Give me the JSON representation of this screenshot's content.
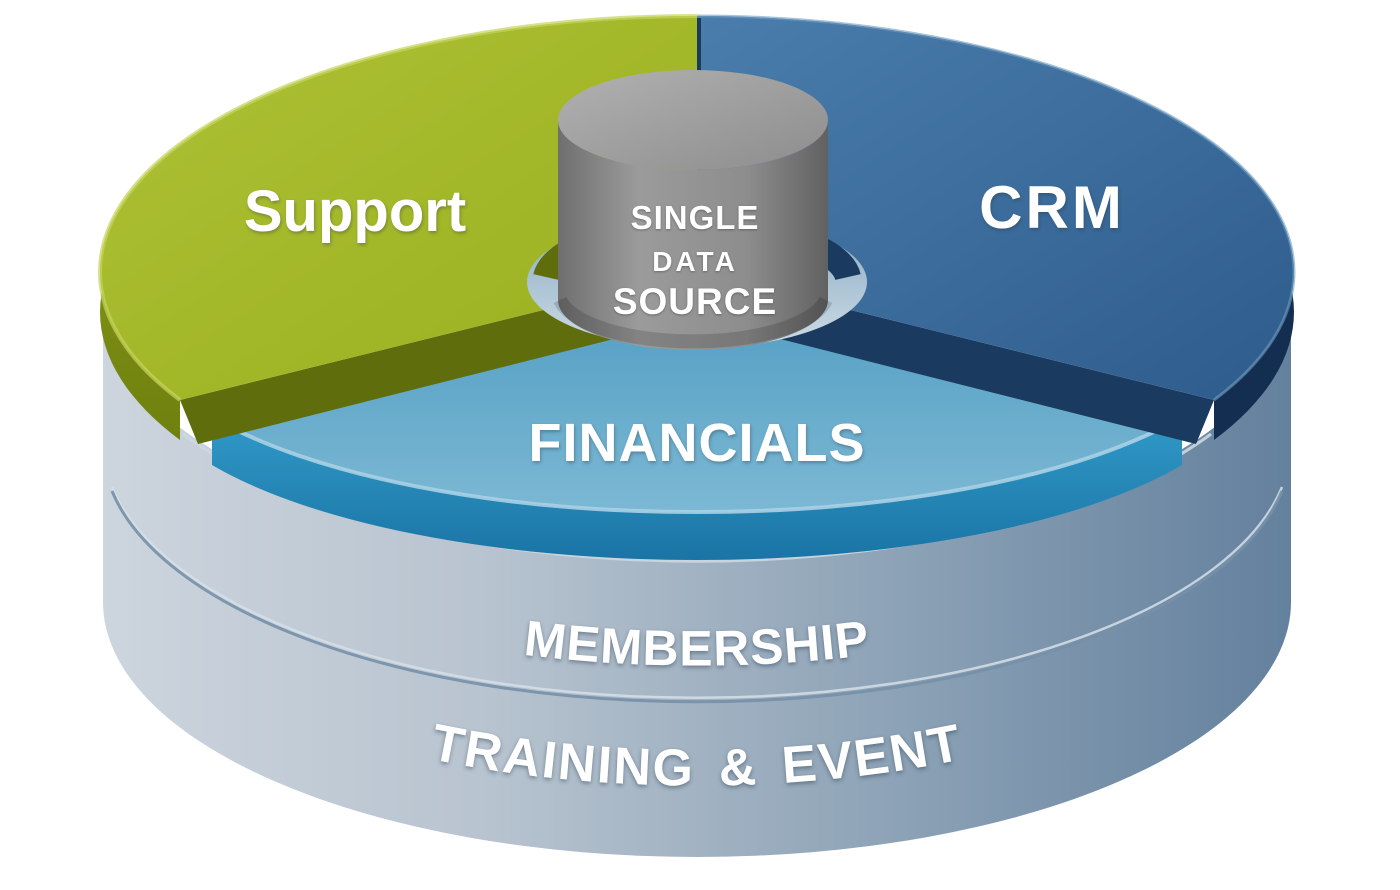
{
  "diagram": {
    "type": "3d-layered-pie-architecture",
    "segments": [
      {
        "id": "support",
        "label": "Support",
        "color": "#a4b72b"
      },
      {
        "id": "crm",
        "label": "CRM",
        "color": "#3e71a1"
      },
      {
        "id": "financials",
        "label": "FINANCIALS",
        "color": "#64aac9"
      }
    ],
    "center_cylinder": {
      "lines": [
        "SINGLE",
        "DATA",
        "SOURCE"
      ],
      "color": "#939393"
    },
    "base_layers": [
      {
        "id": "membership",
        "label": "MEMBERSHIP"
      },
      {
        "id": "training_event",
        "label": "TRAINING & EVENT"
      }
    ],
    "colors": {
      "support": "#a4b72b",
      "support_rim": "#7c8e15",
      "support_cut": "#5f6d0d",
      "crm": "#3e71a1",
      "crm_rim": "#1b3a60",
      "financials": "#64aac9",
      "financials_rim": "#2189b8",
      "cylinder_gray": "#939393",
      "stack_light": "#c9d2dc",
      "stack_dark": "#6a87a4",
      "label_text": "#ffffff",
      "background": "#ffffff"
    }
  }
}
